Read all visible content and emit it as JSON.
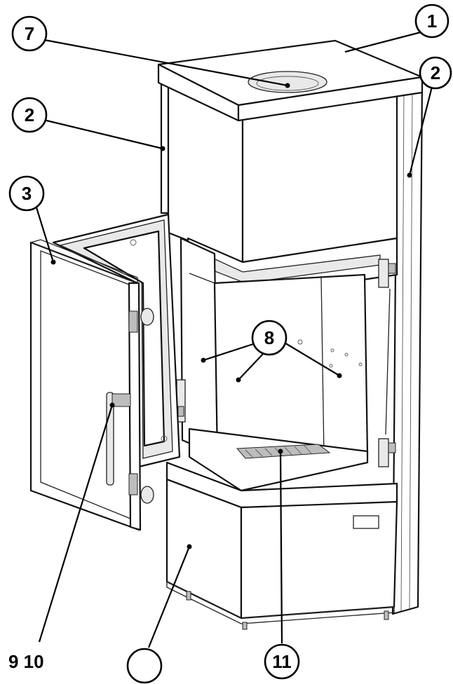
{
  "diagram": {
    "callouts": [
      {
        "id": "c1",
        "label": "1"
      },
      {
        "id": "c2a",
        "label": "2"
      },
      {
        "id": "c2b",
        "label": "2"
      },
      {
        "id": "c3",
        "label": "3"
      },
      {
        "id": "c7",
        "label": "7"
      },
      {
        "id": "c8",
        "label": "8"
      },
      {
        "id": "c910",
        "label": "9 10"
      },
      {
        "id": "cblank",
        "label": ""
      },
      {
        "id": "c11",
        "label": "11"
      }
    ]
  }
}
